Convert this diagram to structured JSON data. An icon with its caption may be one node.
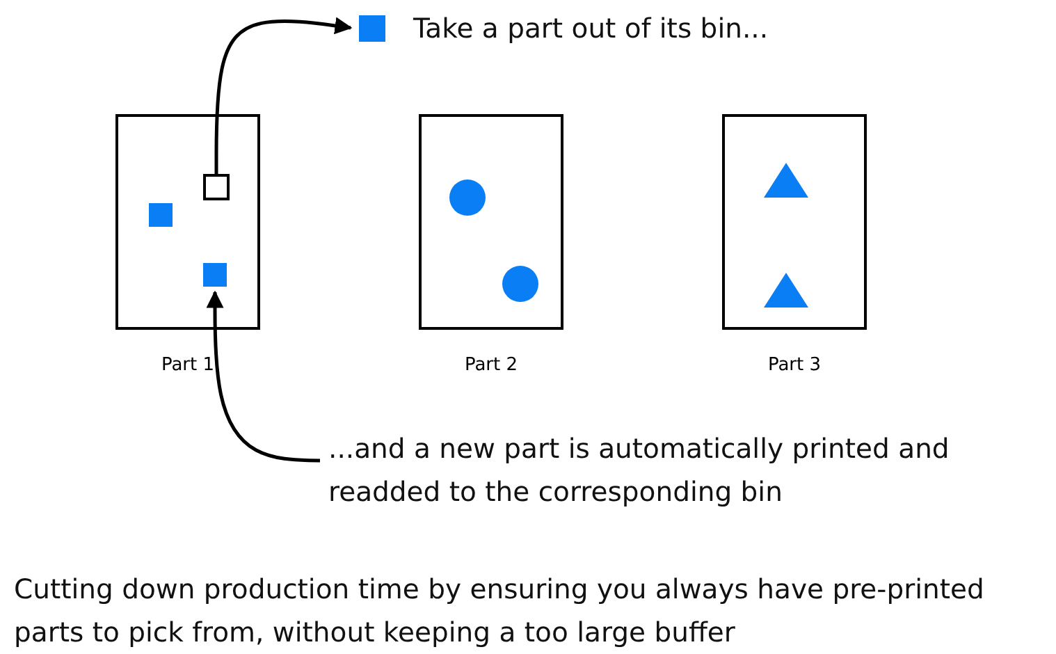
{
  "diagram": {
    "caption": "Cutting down production time by ensuring you always have pre-printed parts to pick from, without keeping a too large buffer",
    "nodes": [
      {
        "text": [
          "Take a part out of its bin..."
        ]
      },
      {
        "text": [
          "Part 1"
        ]
      },
      {
        "text": [],
        "shape": "box",
        "in": 1
      },
      {
        "text": [],
        "shape": "box",
        "in": 1
      },
      {
        "text": [],
        "shape": "box",
        "in": 1
      },
      {
        "text": [
          "Part 2"
        ]
      },
      {
        "text": [],
        "shape": "circle",
        "in": 5
      },
      {
        "text": [],
        "shape": "circle",
        "in": 5
      },
      {
        "text": [
          "Part 3"
        ]
      },
      {
        "text": [],
        "shape": "triangle",
        "in": 8
      },
      {
        "text": [],
        "shape": "triangle",
        "in": 8
      },
      {
        "text": [
          "...and a new part is automatically printed and readded to the corresponding bin"
        ]
      }
    ],
    "edges": [
      {
        "from": 2,
        "to": 0,
        "arrow": "to"
      },
      {
        "from": 11,
        "to": 4,
        "arrow": "to"
      }
    ]
  }
}
